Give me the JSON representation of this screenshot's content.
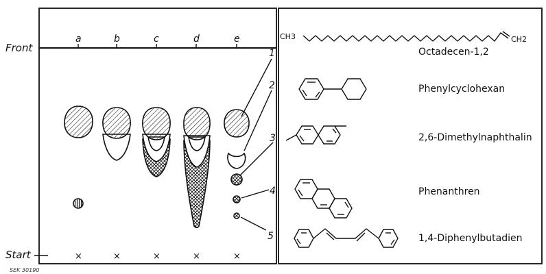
{
  "plate": {
    "front_label": "Front",
    "start_label": "Start",
    "lanes": [
      "a",
      "b",
      "c",
      "d",
      "e"
    ],
    "start_mark": "×",
    "spot_numbers": [
      "1",
      "2",
      "3",
      "4",
      "5"
    ]
  },
  "compounds": {
    "names": [
      "Octadecen-1,2",
      "Phenylcyclohexan",
      "2,6-Dimethylnaphthalin",
      "Phenanthren",
      "1,4-Diphenylbutadien"
    ],
    "formula_left": "CH3",
    "formula_right": "CH2"
  },
  "figure_code": "SEK 30190"
}
